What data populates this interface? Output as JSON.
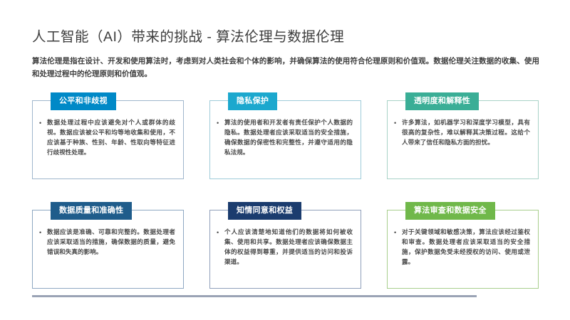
{
  "slide": {
    "title": "人工智能（AI）带来的挑战 - 算法伦理与数据伦理",
    "intro": "算法伦理是指在设计、开发和使用算法时，考虑到对人类社会和个体的影响，并确保算法的使用符合伦理原则和价值观。数据伦理关注数据的收集、使用和处理过程中的伦理原则和价值观。",
    "bullet_marker": "•",
    "accent_colors": {
      "card1": "#0089c7",
      "card2": "#1ca8ce",
      "card3": "#3aae96",
      "card4": "#1f5c8b",
      "card5": "#1b3c6e",
      "card6": "#70b84a",
      "footer_rule": "#9aa3b5"
    },
    "cards": [
      {
        "title": "公平和非歧视",
        "body": "数据处理过程中应该避免对个人或群体的歧视。数据应该被公平和均等地收集和使用，不应该基于种族、性别、年龄、性取向等特征进行歧视性处理。"
      },
      {
        "title": "隐私保护",
        "body": "算法的使用者和开发者有责任保护个人数据的隐私。数据处理者应该采取适当的安全措施，确保数据的保密性和完整性，并遵守适用的隐私法规。"
      },
      {
        "title": "透明度和解释性",
        "body": "许多算法，如机器学习和深度学习模型，具有很高的复杂性，难以解释其决策过程。这给个人带来了信任和隐私方面的担忧。"
      },
      {
        "title": "数据质量和准确性",
        "body": "数据应该是准确、可靠和完整的。数据处理者应该采取适当的措施，确保数据的质量，避免错误和失真的影响。"
      },
      {
        "title": "知情同意和权益",
        "body": "个人应该清楚地知道他们的数据将如何被收集、使用和共享。数据处理者应该确保数据主体的权益得到尊重，并提供适当的访问和投诉渠道。"
      },
      {
        "title": "算法审查和数据安全",
        "body": "对于关键领域和敏感决策，算法应该经过鉴权和审查。数据处理者应该采取适当的安全措施，保护数据免受未经授权的访问、使用或泄露。"
      }
    ]
  }
}
